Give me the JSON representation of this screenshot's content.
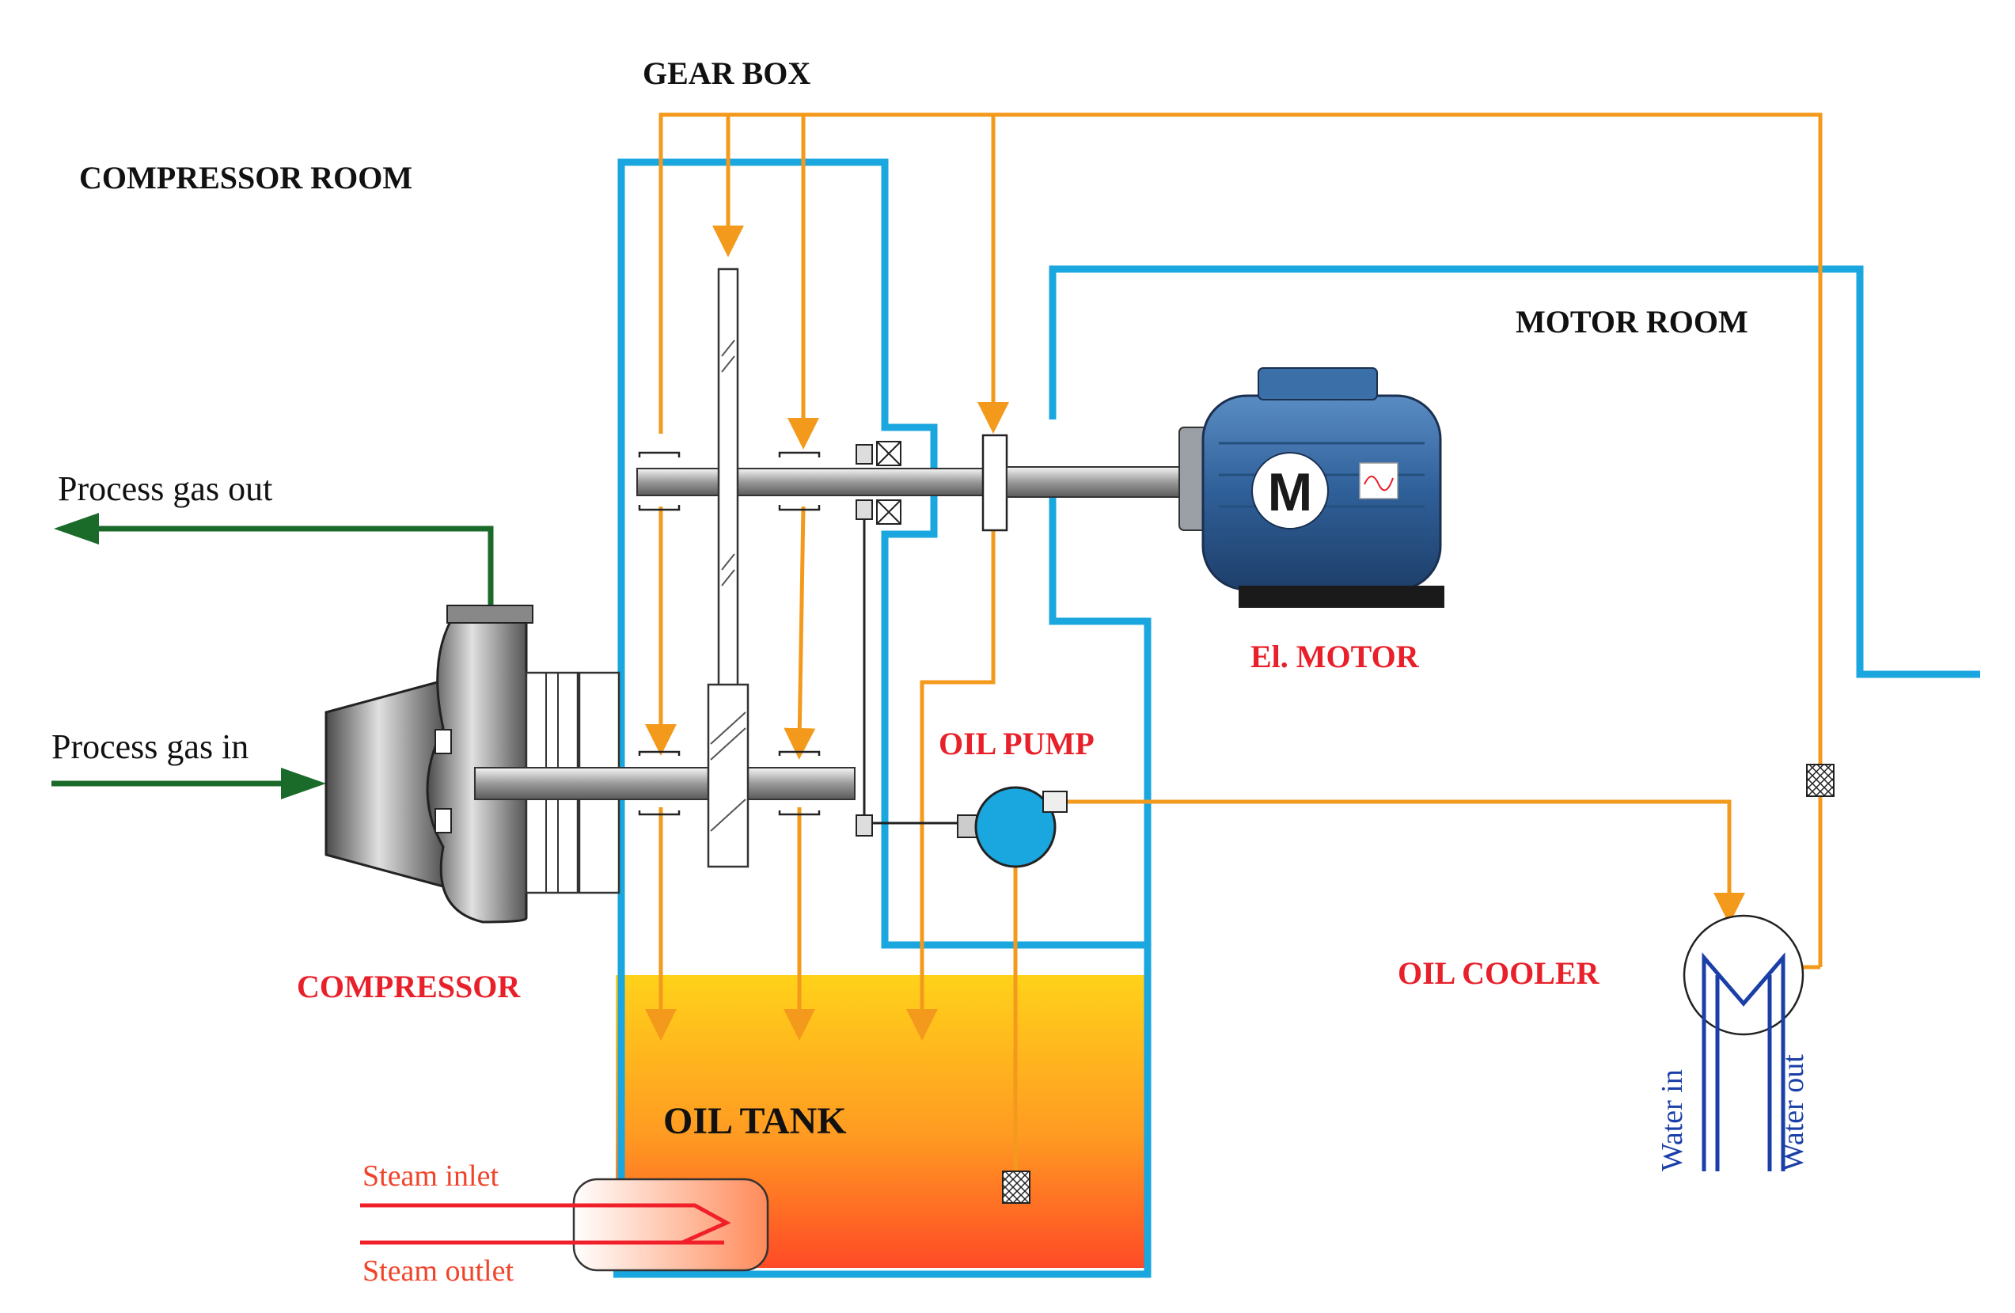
{
  "labels": {
    "gear_box": "GEAR BOX",
    "compressor_room": "COMPRESSOR ROOM",
    "motor_room": "MOTOR ROOM",
    "process_gas_out": "Process gas out",
    "process_gas_in": "Process gas in",
    "el_motor": "El. MOTOR",
    "oil_pump": "OIL PUMP",
    "compressor": "COMPRESSOR",
    "oil_cooler": "OIL COOLER",
    "oil_tank": "OIL TANK",
    "steam_inlet": "Steam inlet",
    "steam_outlet": "Steam outlet",
    "water_in": "Water in",
    "water_out": "Water out",
    "motor_letter": "M"
  },
  "colors": {
    "oil_line": "#f39a1c",
    "room_wall": "#1aa6de",
    "gas_line": "#1a6a2a",
    "steam_line": "#f0202a",
    "water_line": "#1a3fa8",
    "motor_body": "#3b6fa8",
    "pump_body": "#1aa6de"
  }
}
